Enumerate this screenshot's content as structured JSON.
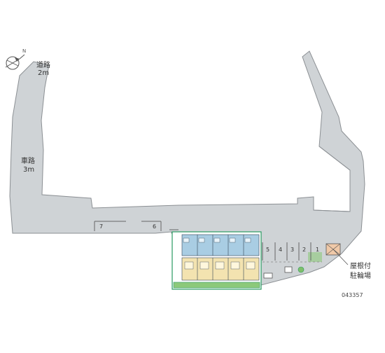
{
  "roads": {
    "top_road": {
      "name": "道路",
      "width": "2m"
    },
    "vehicle_road": {
      "name": "車路",
      "width": "3m"
    }
  },
  "parking": {
    "space_numbers": [
      "1",
      "2",
      "3",
      "4",
      "5",
      "6",
      "7"
    ]
  },
  "bicycle_parking": {
    "label_line1": "屋根付",
    "label_line2": "駐輪場"
  },
  "property_code": "043357",
  "colors": {
    "road": "#cfd3d6",
    "road_edge": "#8b8f93",
    "site_outline": "#2a9a62",
    "unit_blue": "#a9cde3",
    "unit_yellow": "#f3e3b0",
    "grass": "#8cc97a"
  },
  "icons": {
    "compass": "north-arrow-icon"
  }
}
